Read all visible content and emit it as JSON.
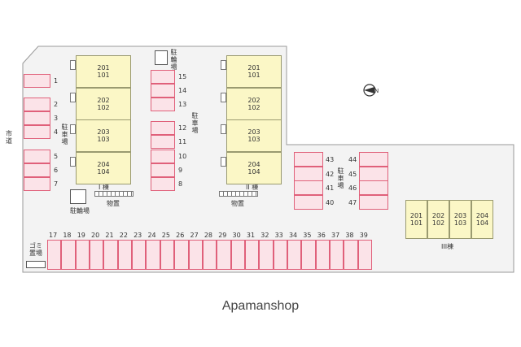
{
  "road_label": "市道",
  "bike_parking_label": "駐輪場",
  "parking_label": "駐車場",
  "storage_label": "物置",
  "garbage_label": "ゴミ置場",
  "building_1": {
    "name": "I 棟",
    "units": [
      {
        "upper": "201",
        "lower": "101"
      },
      {
        "upper": "202",
        "lower": "102"
      },
      {
        "upper": "203",
        "lower": "103"
      },
      {
        "upper": "204",
        "lower": "104"
      }
    ]
  },
  "building_2": {
    "name": "II 棟",
    "units": [
      {
        "upper": "201",
        "lower": "101"
      },
      {
        "upper": "202",
        "lower": "102"
      },
      {
        "upper": "203",
        "lower": "103"
      },
      {
        "upper": "204",
        "lower": "104"
      }
    ]
  },
  "building_3": {
    "name": "III棟",
    "units": [
      {
        "upper": "201",
        "lower": "101"
      },
      {
        "upper": "202",
        "lower": "102"
      },
      {
        "upper": "203",
        "lower": "103"
      },
      {
        "upper": "204",
        "lower": "104"
      }
    ]
  },
  "parking_left": [
    "1",
    "2",
    "3",
    "4",
    "5",
    "6",
    "7"
  ],
  "parking_col_a": [
    "15",
    "14",
    "13"
  ],
  "parking_col_b": [
    "12",
    "11",
    "10",
    "9",
    "8"
  ],
  "parking_col_c": [
    "43",
    "42",
    "41",
    "40"
  ],
  "parking_col_d": [
    "44",
    "45",
    "46",
    "47"
  ],
  "parking_bottom": [
    "17",
    "18",
    "19",
    "20",
    "21",
    "22",
    "23",
    "24",
    "25",
    "26",
    "27",
    "28",
    "29",
    "30",
    "31",
    "32",
    "33",
    "34",
    "35",
    "36",
    "37",
    "38",
    "39"
  ],
  "compass_letter": "N",
  "brand": "Apamanshop",
  "colors": {
    "stall_border": "#e0607a",
    "stall_fill": "#fbe3e8",
    "unit_fill": "#fbf7c6"
  }
}
